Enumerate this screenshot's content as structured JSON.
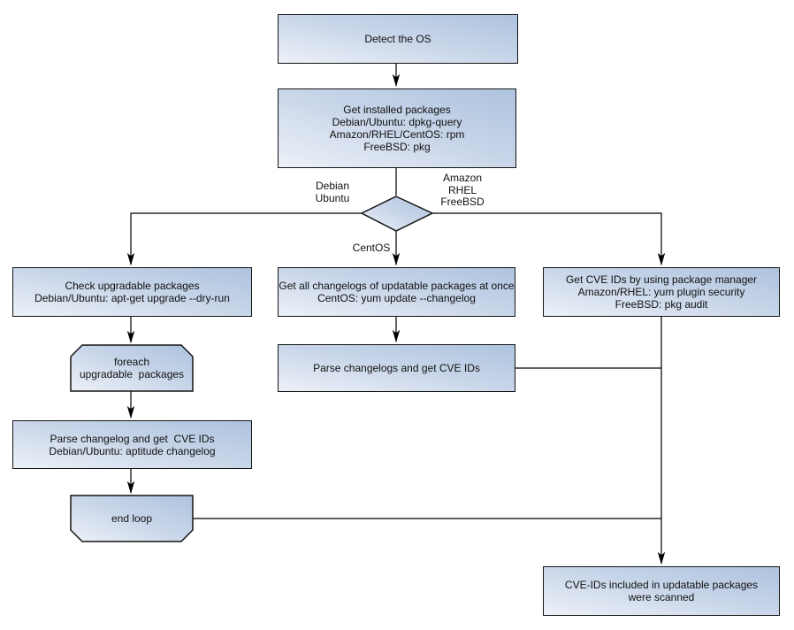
{
  "diagram": {
    "title": "OS package CVE scan flowchart",
    "colors": {
      "node_fill_light": "#edf1f8",
      "node_fill_mid": "#c6d4e8",
      "node_fill_dark": "#aec3df",
      "node_border": "#141414",
      "connector": "#000000",
      "text": "#111111",
      "background": "#ffffff"
    },
    "nodes": {
      "detect_os": {
        "label": "Detect the OS"
      },
      "get_installed": {
        "label": "Get installed packages\nDebian/Ubuntu: dpkg-query\nAmazon/RHEL/CentOS: rpm\nFreeBSD: pkg"
      },
      "check_upgradable": {
        "label": "Check upgradable packages\nDebian/Ubuntu: apt-get upgrade --dry-run"
      },
      "foreach_loop": {
        "label": "foreach\nupgradable  packages"
      },
      "parse_changelog_deb": {
        "label": "Parse changelog and get  CVE IDs\nDebian/Ubuntu: aptitude changelog"
      },
      "end_loop": {
        "label": "end loop"
      },
      "get_changelogs_centos": {
        "label": "Get all changelogs of updatable packages at once\nCentOS: yum update --changelog"
      },
      "parse_changelogs_centos": {
        "label": "Parse changelogs and get CVE IDs"
      },
      "get_cve_pkg_manager": {
        "label": "Get CVE IDs by using package manager\nAmazon/RHEL: yum plugin security\nFreeBSD: pkg audit"
      },
      "scan_result": {
        "label": "CVE-IDs included in updatable packages\nwere scanned"
      }
    },
    "edge_labels": {
      "debian_ubuntu": "Debian\nUbuntu",
      "amazon_rhel_freebsd": "Amazon\nRHEL\nFreeBSD",
      "centos": "CentOS"
    }
  }
}
